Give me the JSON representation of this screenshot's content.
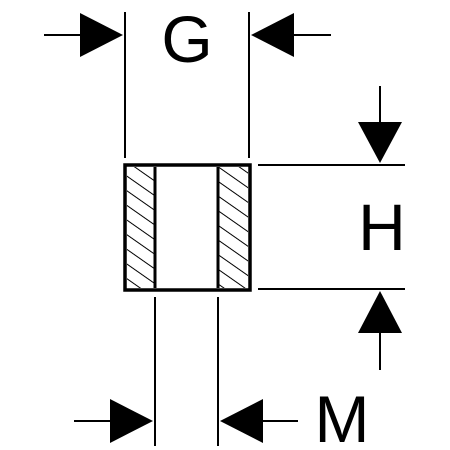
{
  "labels": {
    "g": "G",
    "h": "H",
    "m": "M"
  },
  "colors": {
    "line": "#000000",
    "background": "#ffffff"
  }
}
